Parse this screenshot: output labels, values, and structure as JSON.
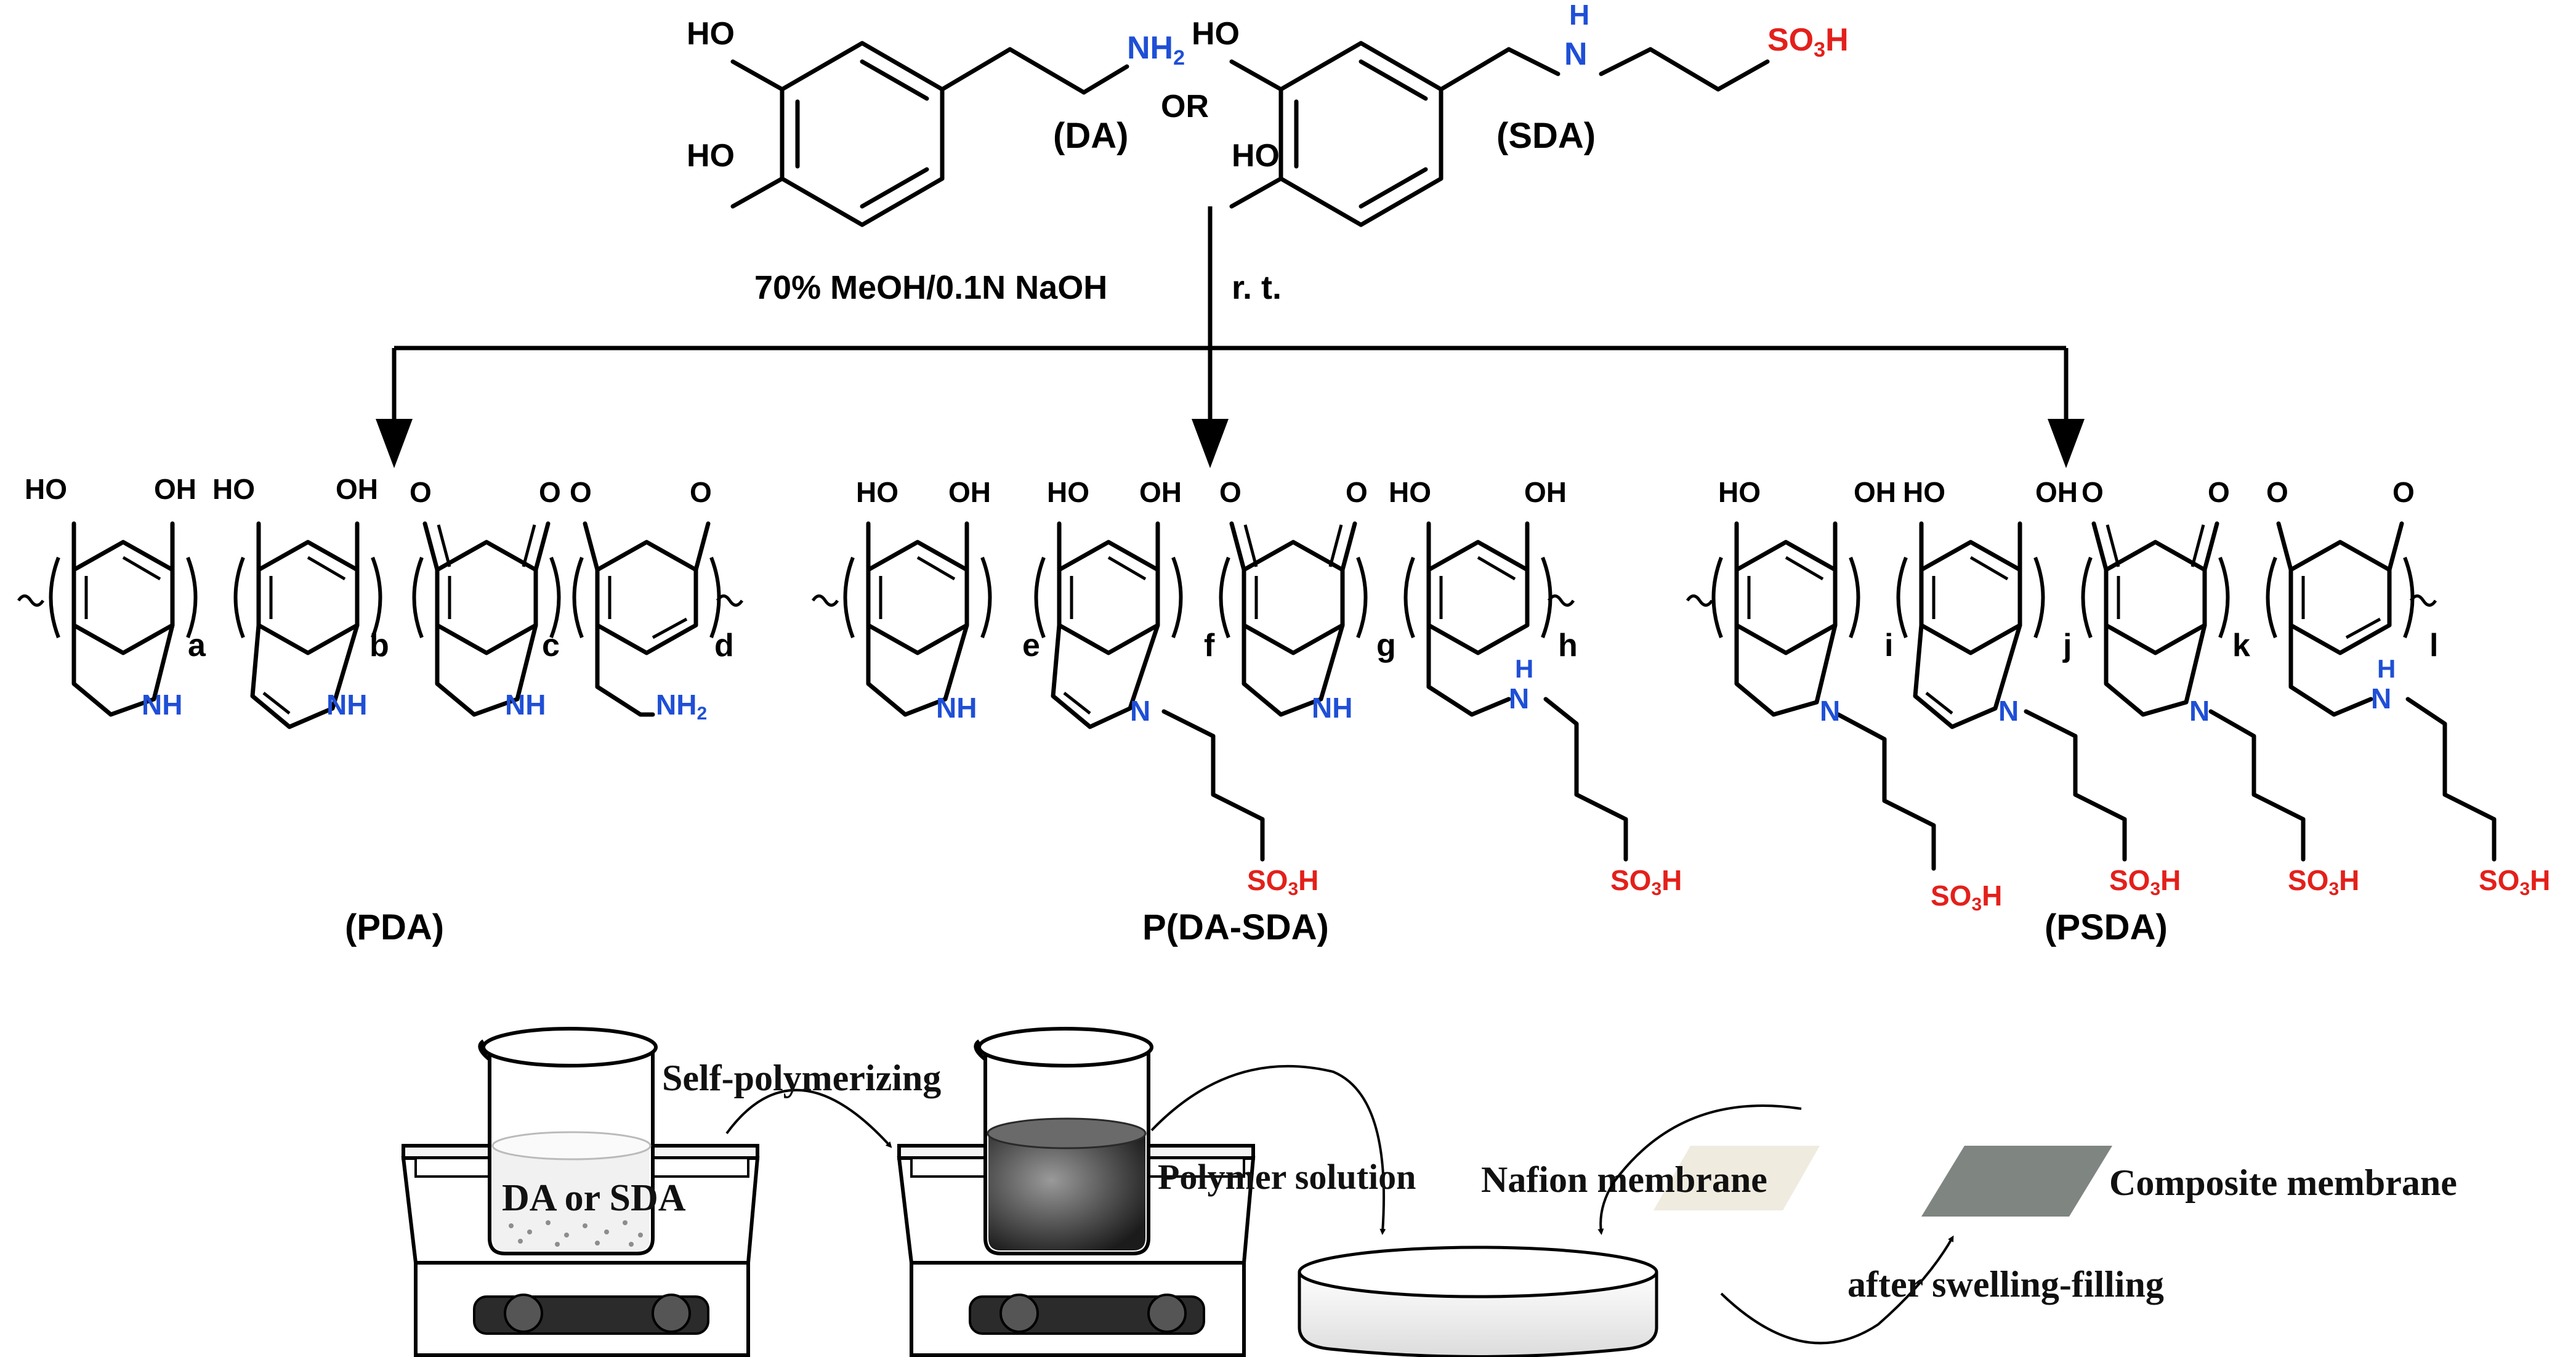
{
  "reactants": {
    "da": {
      "label": "(DA)",
      "oh1": "HO",
      "oh2": "HO",
      "nh2": "NH2"
    },
    "or_label": "OR",
    "sda": {
      "label": "(SDA)",
      "oh1": "HO",
      "oh2": "HO",
      "nh": "H\nN",
      "so3h": "SO3H"
    }
  },
  "conditions": {
    "solvent": "70% MeOH/0.1N NaOH",
    "temperature": "r. t."
  },
  "polymers": [
    {
      "name": "(PDA)",
      "units": [
        "a",
        "b",
        "c",
        "d"
      ]
    },
    {
      "name": "P(DA-SDA)",
      "units": [
        "e",
        "f",
        "g",
        "h"
      ]
    },
    {
      "name": "(PSDA)",
      "units": [
        "i",
        "j",
        "k",
        "l"
      ]
    }
  ],
  "groups": {
    "oh": "HO",
    "oh_right": "OH",
    "o": "O",
    "nh": "NH",
    "n": "N",
    "nh2": "NH2",
    "so3h": "SO3H",
    "h": "H"
  },
  "process": {
    "step1_label": "DA or SDA",
    "arrow1_label": "Self-polymerizing",
    "solution_label": "Polymer solution",
    "nafion_label": "Nafion membrane",
    "composite_label": "Composite membrane",
    "final_label": "after swelling-filling"
  },
  "colors": {
    "nitrogen": "#1f4fd6",
    "sulfonic": "#e3201b",
    "membrane_nafion": "#efebdf",
    "membrane_composite": "#7f8581"
  }
}
